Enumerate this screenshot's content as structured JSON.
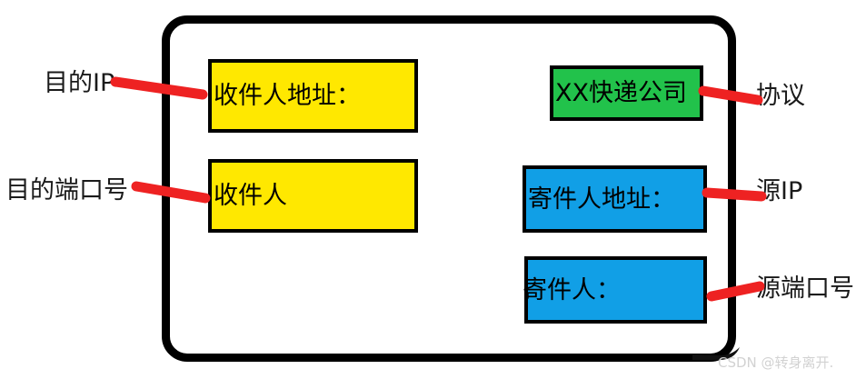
{
  "diagram": {
    "title_present": false,
    "container": {
      "name": "package-envelope",
      "border_color": "#000000",
      "fill": "transparent"
    },
    "colors": {
      "yellow": "#ffe800",
      "green": "#22c24b",
      "blue": "#119fe6",
      "arrow_red": "#ee2222",
      "outline_black": "#000000",
      "watermark_gray": "#d2d2d2"
    },
    "boxes": [
      {
        "id": "dest-address",
        "text": "收件人地址：",
        "color": "#ffe800",
        "side": "left"
      },
      {
        "id": "dest-person",
        "text": "收件人",
        "color": "#ffe800",
        "side": "left"
      },
      {
        "id": "carrier",
        "text": "XX快递公司",
        "color": "#22c24b",
        "side": "right"
      },
      {
        "id": "src-address",
        "text": "寄件人地址：",
        "color": "#119fe6",
        "side": "right"
      },
      {
        "id": "src-person",
        "text": "寄件人：",
        "color": "#119fe6",
        "side": "right"
      }
    ],
    "annotations": [
      {
        "id": "dest-ip",
        "text": "目的IP",
        "points_to": "dest-address",
        "side": "left"
      },
      {
        "id": "dest-port",
        "text": "目的端口号",
        "points_to": "dest-person",
        "side": "left"
      },
      {
        "id": "protocol",
        "text": "协议",
        "points_to": "carrier",
        "side": "right"
      },
      {
        "id": "src-ip",
        "text": "源IP",
        "points_to": "src-address",
        "side": "right"
      },
      {
        "id": "src-port",
        "text": "源端口号",
        "points_to": "src-person",
        "side": "right"
      }
    ],
    "watermark": {
      "text": "CSDN @转身离开."
    }
  }
}
